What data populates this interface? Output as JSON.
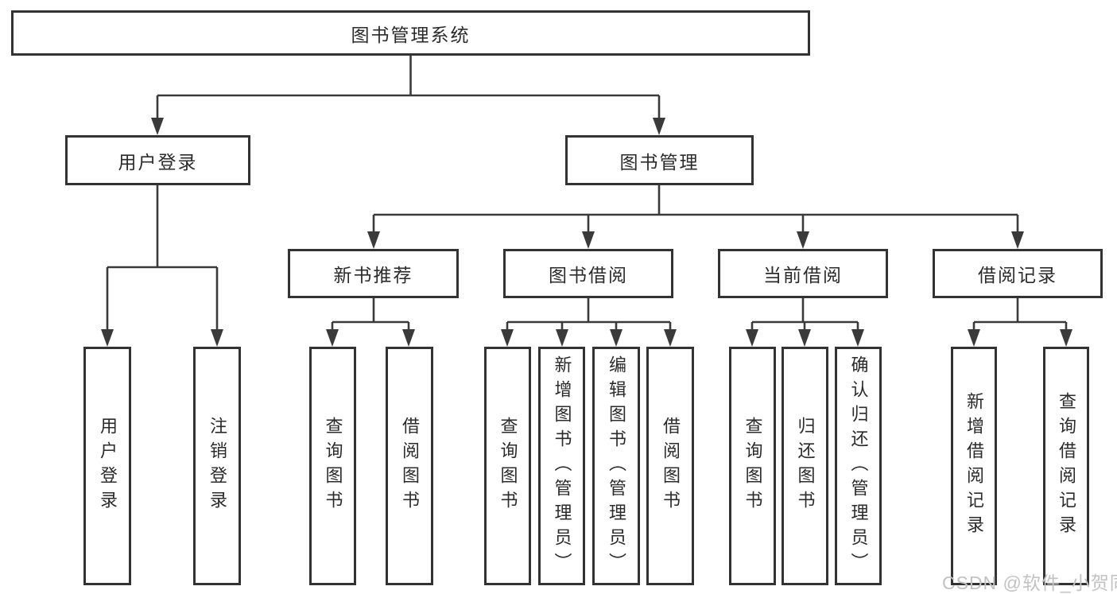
{
  "diagram": {
    "root": "图书管理系统",
    "level2": [
      "用户登录",
      "图书管理"
    ],
    "level3": [
      "新书推荐",
      "图书借阅",
      "当前借阅",
      "借阅记录"
    ],
    "leaves": {
      "login": [
        "用户登录",
        "注销登录"
      ],
      "recommend": [
        "查询图书",
        "借阅图书"
      ],
      "borrow": [
        "查询图书",
        "新增图书（管理员）",
        "编辑图书（管理员）",
        "借阅图书"
      ],
      "current": [
        "查询图书",
        "归还图书",
        "确认归还（管理员）"
      ],
      "records": [
        "新增借阅记录",
        "查询借阅记录"
      ]
    }
  },
  "watermark": "CSDN @软件_小贺同学",
  "colors": {
    "line": "#3a3a3a",
    "box_border": "#333333",
    "text": "#2b2b2b",
    "watermark": "#c2c2c2",
    "background": "#ffffff"
  }
}
